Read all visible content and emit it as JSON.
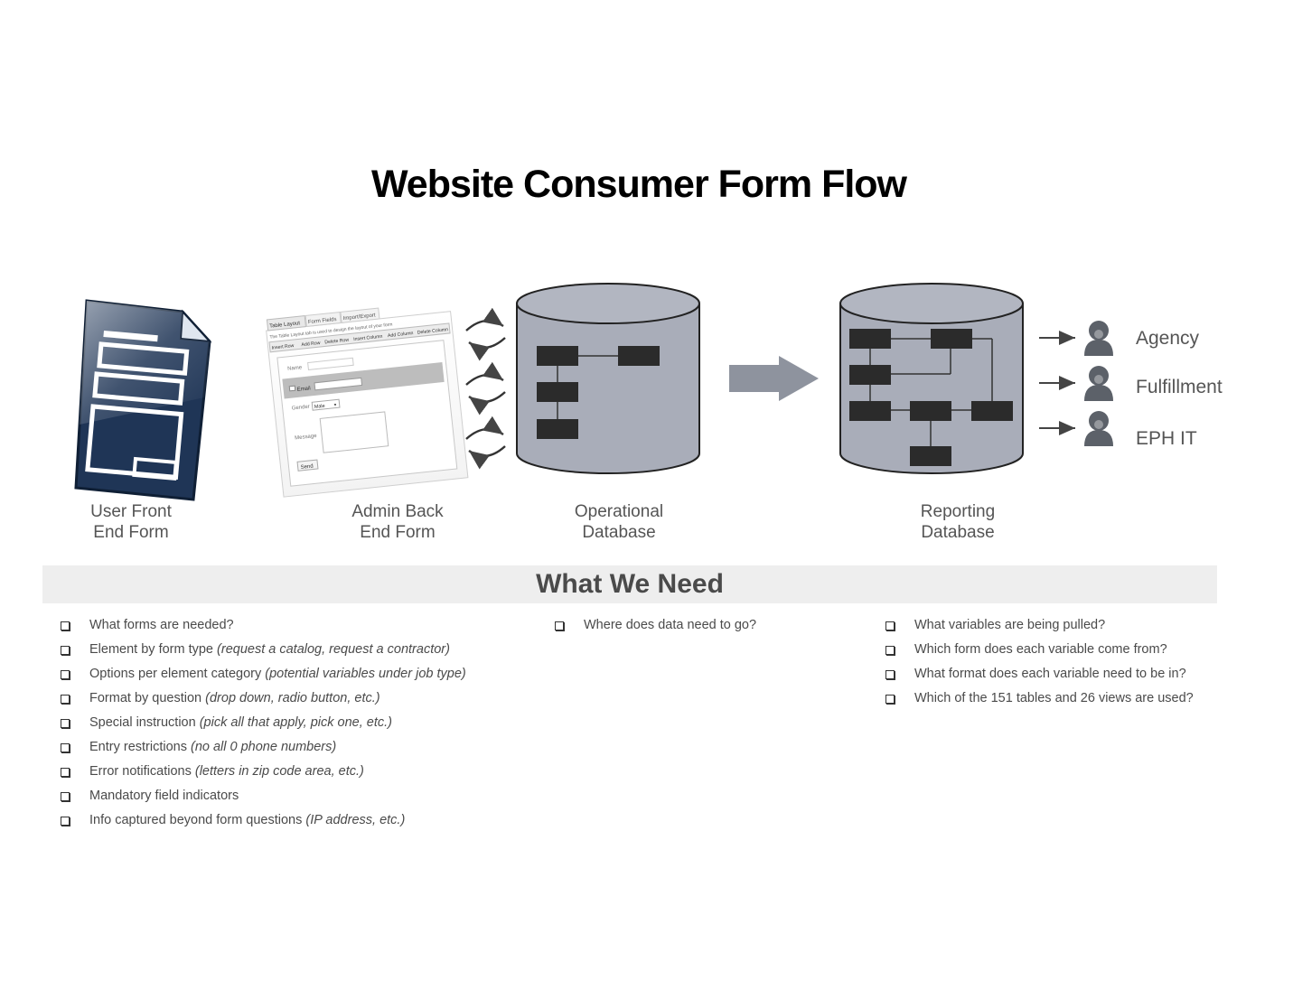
{
  "title": "Website Consumer Form Flow",
  "stages": [
    {
      "line1": "User Front",
      "line2": "End Form"
    },
    {
      "line1": "Admin Back",
      "line2": "End Form"
    },
    {
      "line1": "Operational",
      "line2": "Database"
    },
    {
      "line1": "Reporting",
      "line2": "Database"
    }
  ],
  "admin_form": {
    "tabs": [
      "Table Layout",
      "Form Fields",
      "Import/Export"
    ],
    "helper_text": "The Table Layout tab is used to design the layout of your form",
    "toolbar": [
      "Insert Row",
      "Add Row",
      "Delete Row",
      "Insert Column",
      "Add Column",
      "Delete Column"
    ],
    "fields": [
      "Name",
      "Email",
      "Gender",
      "Message"
    ],
    "gender_value": "Male",
    "send_label": "Send"
  },
  "stakeholders": [
    "Agency",
    "Fulfillment",
    "EPH IT"
  ],
  "needs": {
    "title": "What We Need",
    "col1": [
      {
        "text": "What forms are needed?",
        "note": ""
      },
      {
        "text": "Element by form type ",
        "note": "(request a catalog, request a contractor)"
      },
      {
        "text": "Options per element category ",
        "note": "(potential variables under job type)"
      },
      {
        "text": "Format by question ",
        "note": "(drop down, radio button, etc.)"
      },
      {
        "text": "Special instruction ",
        "note": "(pick all that apply, pick one, etc.)"
      },
      {
        "text": "Entry restrictions ",
        "note": "(no all 0 phone numbers)"
      },
      {
        "text": "Error notifications ",
        "note": "(letters in zip code area, etc.)"
      },
      {
        "text": "Mandatory field indicators",
        "note": ""
      },
      {
        "text": "Info captured beyond form questions ",
        "note": "(IP address, etc.)"
      }
    ],
    "col2": [
      {
        "text": "Where does data need to go?",
        "note": ""
      }
    ],
    "col3": [
      {
        "text": "What variables are being pulled?",
        "note": ""
      },
      {
        "text": "Which form does each variable come from?",
        "note": ""
      },
      {
        "text": "What format does each variable need to be in?",
        "note": ""
      },
      {
        "text": "Which of the 151 tables and 26 views are used?",
        "note": ""
      }
    ]
  },
  "colors": {
    "doc_navy": "#1f3556",
    "cylinder": "#a9adb9",
    "box": "#2b2b2b",
    "arrow": "#8e939e",
    "person": "#5c6169"
  }
}
